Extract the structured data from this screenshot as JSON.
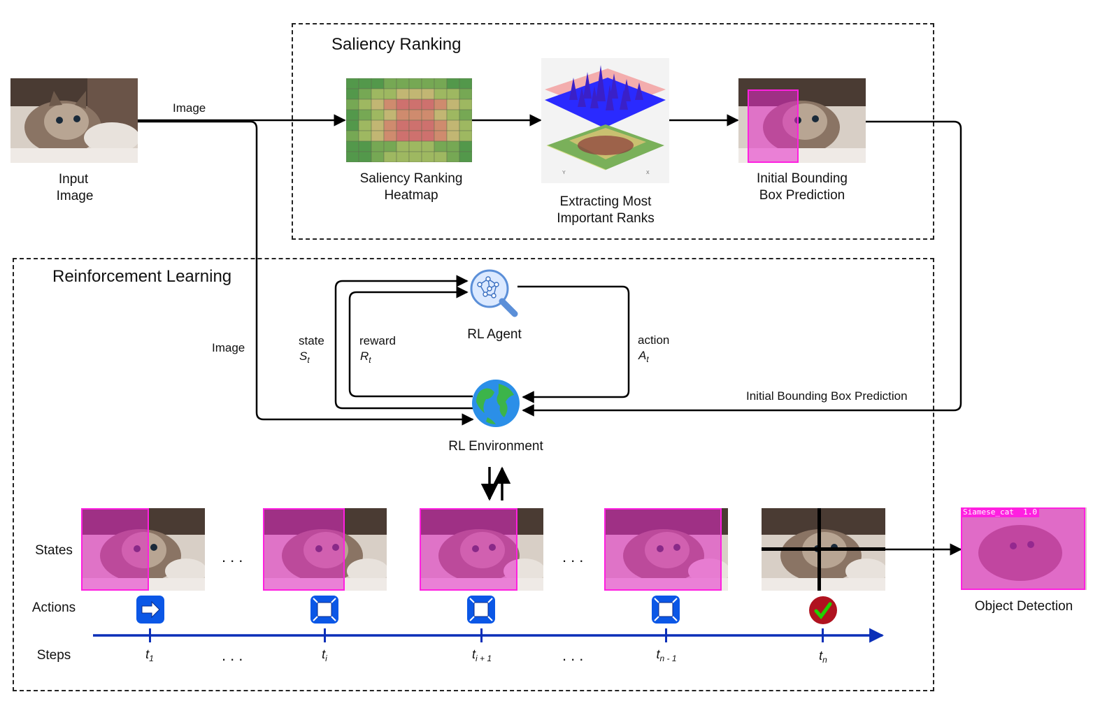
{
  "saliency": {
    "title": "Saliency Ranking",
    "heatmap_label_1": "Saliency Ranking",
    "heatmap_label_2": "Heatmap",
    "extract_label_1": "Extracting Most",
    "extract_label_2": "Important Ranks",
    "ibbp_label_1": "Initial Bounding",
    "ibbp_label_2": "Box Prediction",
    "surface_axis_y": "Y",
    "surface_axis_x": "X"
  },
  "input": {
    "label_1": "Input",
    "label_2": "Image",
    "edge_label": "Image"
  },
  "rl": {
    "title": "Reinforcement Learning",
    "image_edge_label": "Image",
    "state_label": "state",
    "state_symbol": "S",
    "state_sub": "t",
    "reward_label": "reward",
    "reward_symbol": "R",
    "reward_sub": "t",
    "action_label": "action",
    "action_symbol": "A",
    "action_sub": "t",
    "agent_label": "RL Agent",
    "env_label": "RL Environment",
    "ibbp_edge_label": "Initial Bounding Box Prediction",
    "agent_icon": "neural-network-magnifier-icon",
    "env_icon": "globe-icon"
  },
  "timeline": {
    "row_states": "States",
    "row_actions": "Actions",
    "row_steps": "Steps",
    "ellipsis": "...",
    "steps": [
      {
        "base": "t",
        "sub": "1"
      },
      {
        "base": "t",
        "sub": "i"
      },
      {
        "base": "t",
        "sub": "i + 1"
      },
      {
        "base": "t",
        "sub": "n - 1"
      },
      {
        "base": "t",
        "sub": "n"
      }
    ],
    "actions": [
      "arrow-right-icon",
      "expand-box-icon",
      "expand-box-icon",
      "expand-box-icon",
      "checkmark-icon"
    ],
    "state_box_fraction": [
      0.55,
      0.66,
      0.79,
      0.95,
      1.0
    ]
  },
  "detection": {
    "label": "Object Detection",
    "tag": "Siamese_cat",
    "score": "1.0"
  },
  "colors": {
    "overlay": "#e628c8",
    "overlay_border": "#ff20e0",
    "timeline": "#0b2fb8",
    "action_blue": "#0b57e6",
    "check_red": "#b0121f",
    "check_green": "#22d000"
  }
}
